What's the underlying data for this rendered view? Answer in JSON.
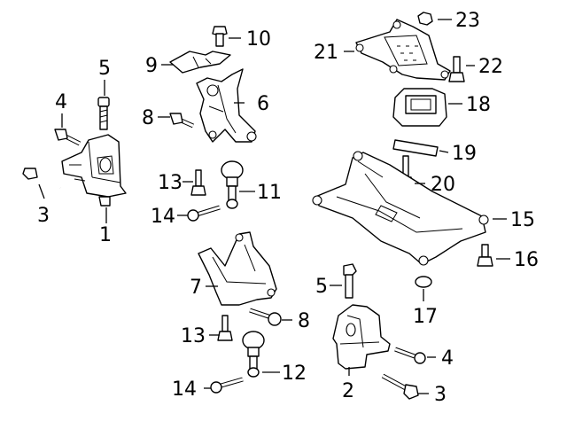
{
  "diagram": {
    "callouts": [
      {
        "id": "1",
        "text": "1"
      },
      {
        "id": "2",
        "text": "2"
      },
      {
        "id": "3a",
        "text": "3"
      },
      {
        "id": "3b",
        "text": "3"
      },
      {
        "id": "4a",
        "text": "4"
      },
      {
        "id": "4b",
        "text": "4"
      },
      {
        "id": "5a",
        "text": "5"
      },
      {
        "id": "5b",
        "text": "5"
      },
      {
        "id": "6",
        "text": "6"
      },
      {
        "id": "7",
        "text": "7"
      },
      {
        "id": "8a",
        "text": "8"
      },
      {
        "id": "8b",
        "text": "8"
      },
      {
        "id": "9",
        "text": "9"
      },
      {
        "id": "10",
        "text": "10"
      },
      {
        "id": "11",
        "text": "11"
      },
      {
        "id": "12",
        "text": "12"
      },
      {
        "id": "13a",
        "text": "13"
      },
      {
        "id": "13b",
        "text": "13"
      },
      {
        "id": "14a",
        "text": "14"
      },
      {
        "id": "14b",
        "text": "14"
      },
      {
        "id": "15",
        "text": "15"
      },
      {
        "id": "16",
        "text": "16"
      },
      {
        "id": "17",
        "text": "17"
      },
      {
        "id": "18",
        "text": "18"
      },
      {
        "id": "19",
        "text": "19"
      },
      {
        "id": "20",
        "text": "20"
      },
      {
        "id": "21",
        "text": "21"
      },
      {
        "id": "22",
        "text": "22"
      },
      {
        "id": "23",
        "text": "23"
      }
    ]
  }
}
